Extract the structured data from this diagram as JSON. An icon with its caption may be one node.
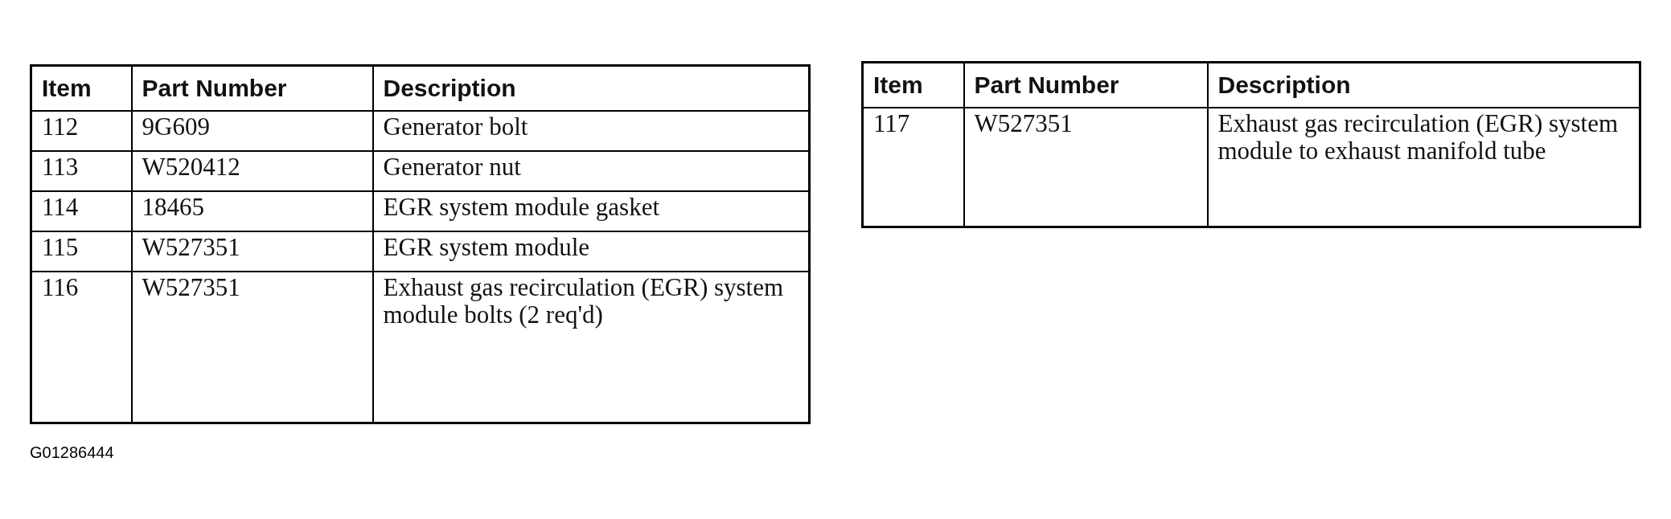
{
  "diagram": {
    "labels": [
      "Item",
      "Part Number",
      "Description",
      "112",
      "9G609",
      "Generator bolt",
      "113",
      "W520412",
      "Generator nut",
      "114",
      "18465",
      "EGR system module gasket",
      "115",
      "W527351",
      "EGR system module",
      "116",
      "W527351",
      "Exhaust gas recirculation (EGR) system module bolts (2 req'd)",
      "Item",
      "Part Number",
      "Description",
      "117",
      "W527351",
      "Exhaust gas recirculation (EGR) system module to exhaust manifold tube",
      "G01286444"
    ]
  }
}
